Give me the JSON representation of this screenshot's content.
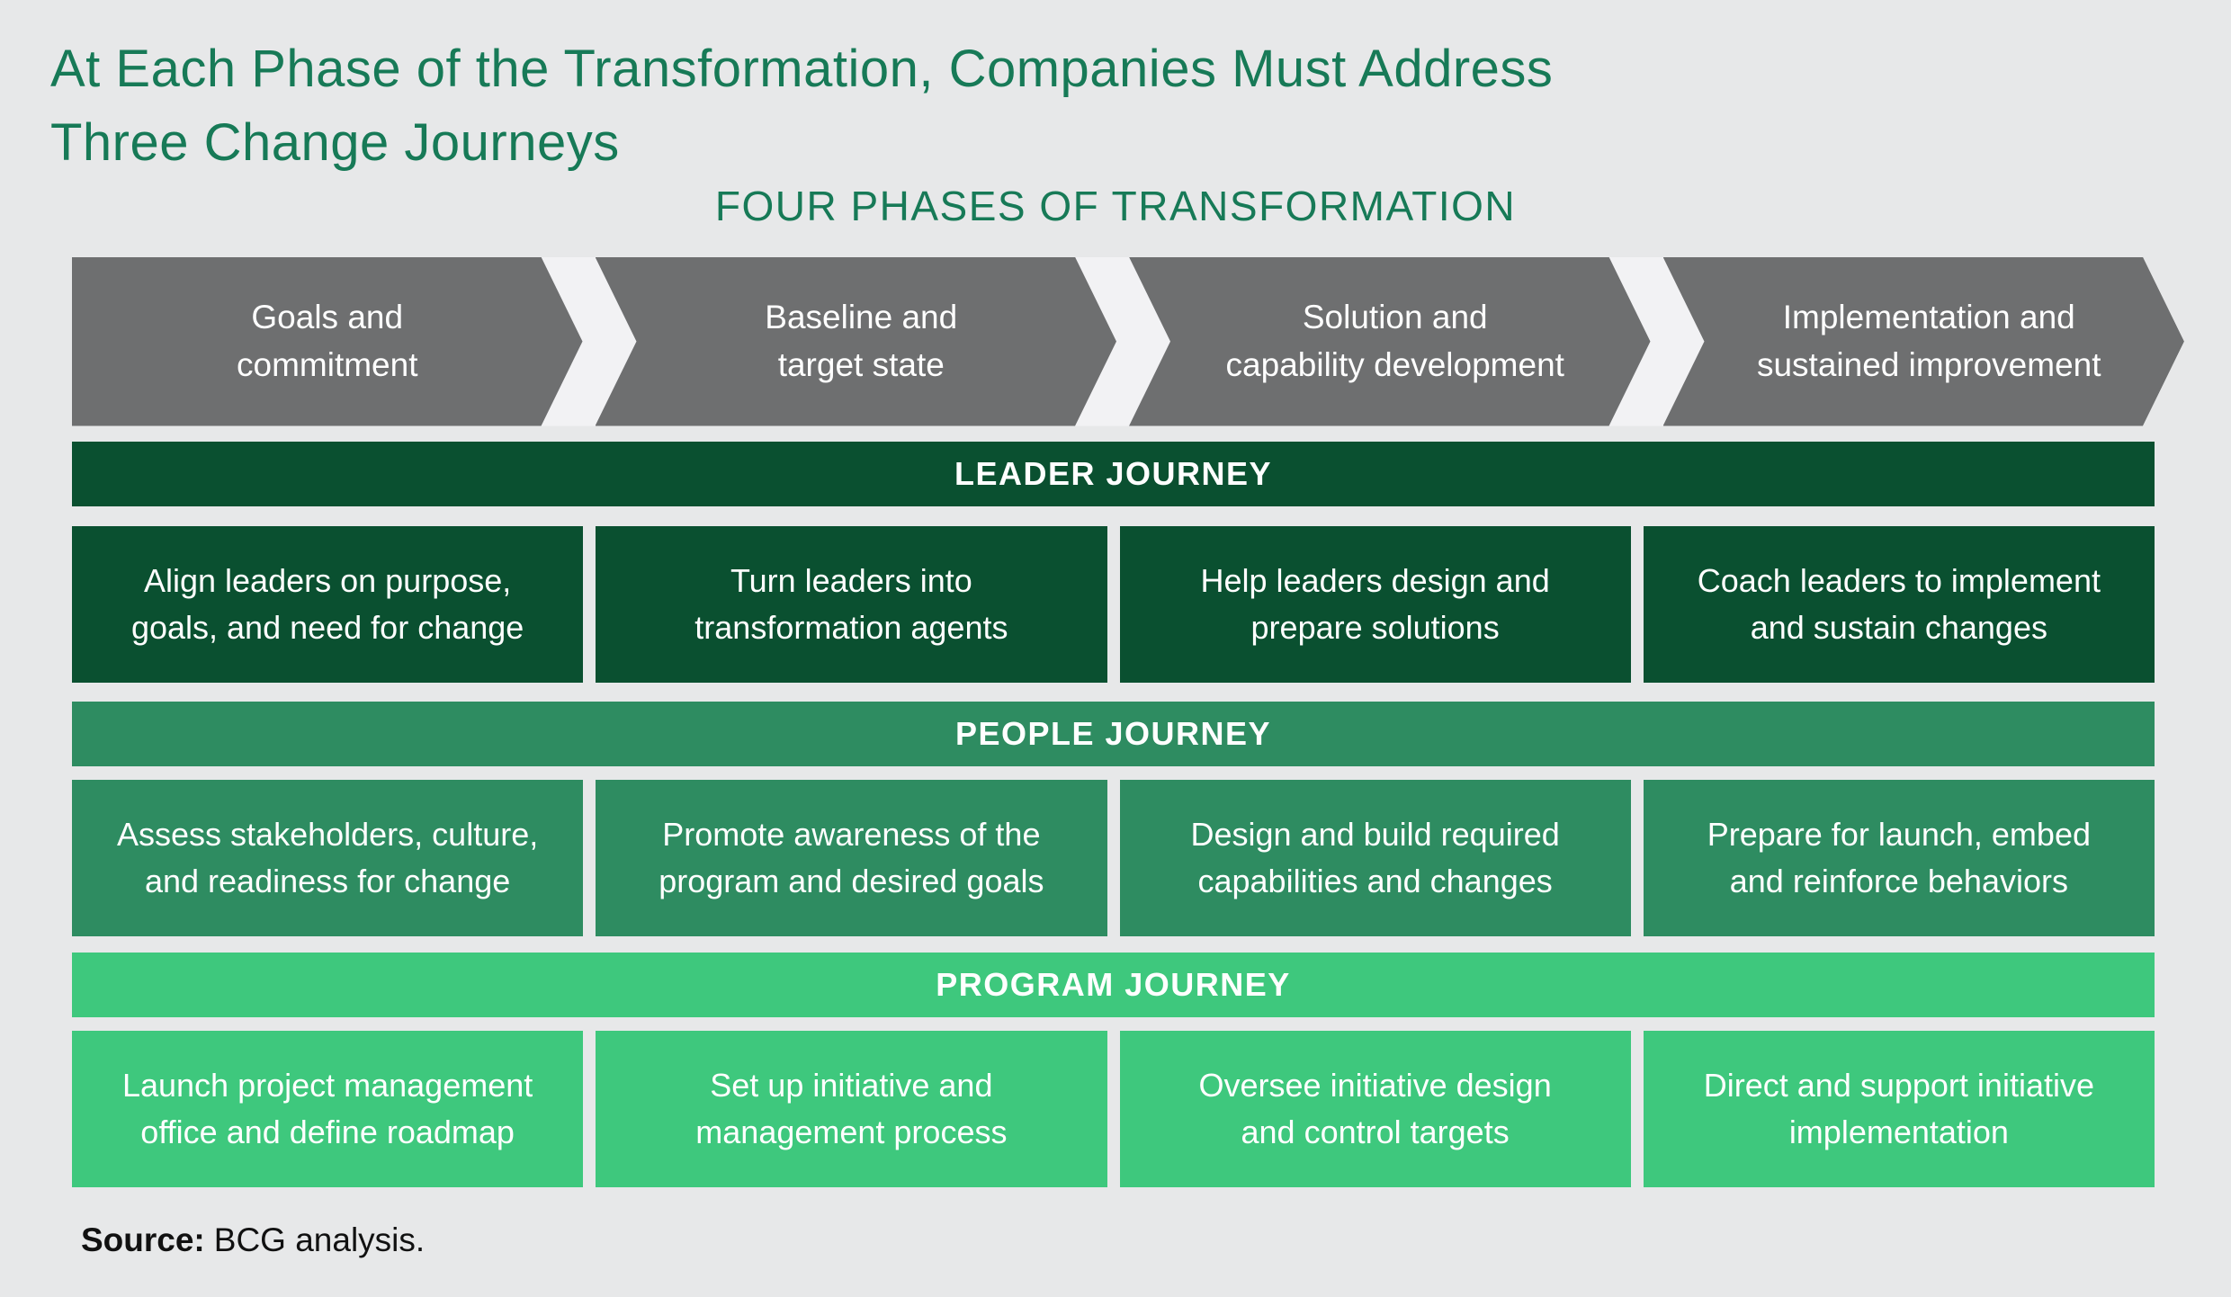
{
  "page": {
    "background": "#E7E8E9"
  },
  "title": {
    "line1": "At Each Phase of the Transformation, Companies Must Address",
    "line2": "Three Change Journeys",
    "color": "#177A57"
  },
  "subtitle": "FOUR PHASES OF TRANSFORMATION",
  "phases_color": "#6E6F70",
  "phases": [
    {
      "label": "Goals and\ncommitment"
    },
    {
      "label": "Baseline and\ntarget state"
    },
    {
      "label": "Solution and\ncapability development"
    },
    {
      "label": "Implementation and\nsustained improvement"
    }
  ],
  "journeys": [
    {
      "name": "LEADER JOURNEY",
      "color": "#0A5030",
      "items": [
        "Align leaders on purpose,\ngoals, and need for change",
        "Turn leaders into\ntransformation agents",
        "Help leaders design and\nprepare solutions",
        "Coach leaders to implement\nand sustain changes"
      ]
    },
    {
      "name": "PEOPLE JOURNEY",
      "color": "#2E8C61",
      "items": [
        "Assess stakeholders, culture,\nand readiness for change",
        "Promote awareness of the\nprogram and desired goals",
        "Design and build required\ncapabilities and changes",
        "Prepare for launch, embed\nand reinforce behaviors"
      ]
    },
    {
      "name": "PROGRAM JOURNEY",
      "color": "#3EC87D",
      "items": [
        "Launch project management\noffice and define roadmap",
        "Set up initiative and\nmanagement process",
        "Oversee initiative design\nand control targets",
        "Direct and support initiative\nimplementation"
      ]
    }
  ],
  "source": {
    "label": "Source:",
    "text": "BCG analysis."
  }
}
